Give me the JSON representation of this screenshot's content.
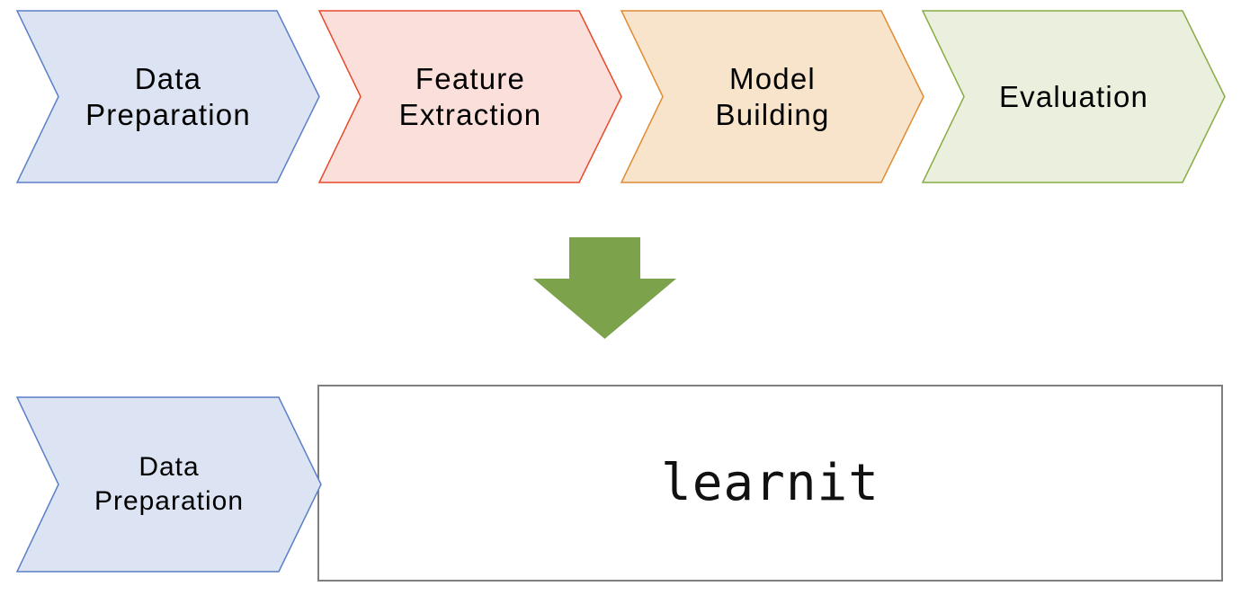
{
  "pipeline_steps": [
    {
      "name": "data-preparation",
      "lines": [
        "Data",
        "Preparation"
      ],
      "fill": "#dce4f4",
      "stroke": "#5b7fc7"
    },
    {
      "name": "feature-extraction",
      "lines": [
        "Feature",
        "Extraction"
      ],
      "fill": "#fadfdb",
      "stroke": "#e8492b"
    },
    {
      "name": "model-building",
      "lines": [
        "Model",
        "Building"
      ],
      "fill": "#f8e3cb",
      "stroke": "#de8c33"
    },
    {
      "name": "evaluation",
      "lines": [
        "Evaluation"
      ],
      "fill": "#eaf0dd",
      "stroke": "#87ac44"
    }
  ],
  "down_arrow": {
    "color": "#7ca24c"
  },
  "detail_row": {
    "step": {
      "name": "data-preparation",
      "lines": [
        "Data",
        "Preparation"
      ],
      "fill": "#dce4f4",
      "stroke": "#5b7fc7"
    },
    "tool_box": {
      "label": "learnit",
      "border_color": "#7f7f7f"
    }
  }
}
